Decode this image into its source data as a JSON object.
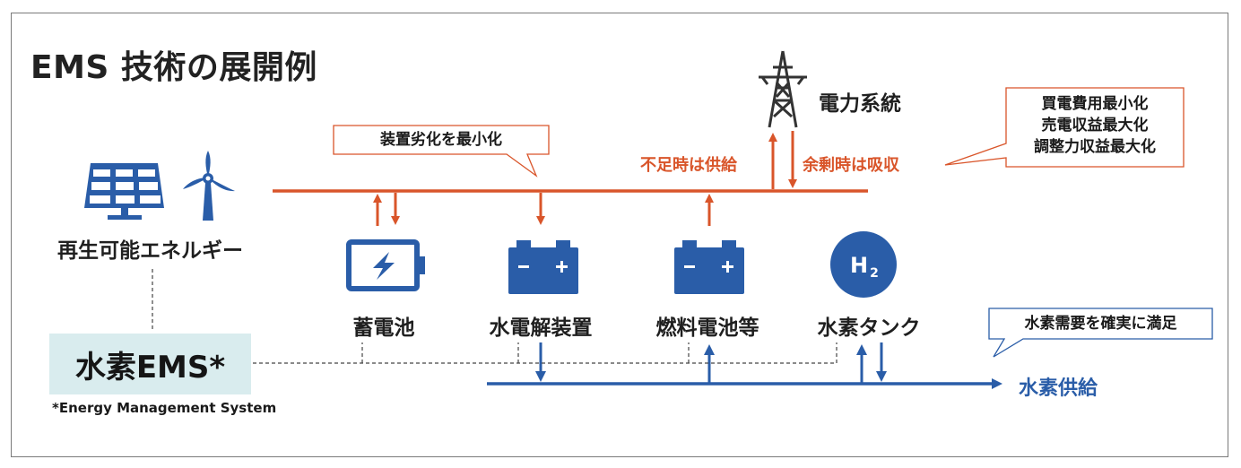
{
  "title": "EMS 技術の展開例",
  "nodes": {
    "renewable": "再生可能エネルギー",
    "grid": "電力系統",
    "storage_battery": "蓄電池",
    "electrolyzer": "水電解装置",
    "fuel_cell": "燃料電池等",
    "hydrogen_tank": "水素タンク",
    "h2_symbol": "H",
    "h2_subscript": "2"
  },
  "grid_flows": {
    "supply": "不足時は供給",
    "absorb": "余剰時は吸収"
  },
  "callouts": {
    "degradation": "装置劣化を最小化",
    "grid_goals": [
      "買電費用最小化",
      "売電収益最大化",
      "調整力収益最大化"
    ],
    "hydrogen_demand": "水素需要を確実に満足"
  },
  "ems": {
    "label": "水素EMS*",
    "footnote": "*Energy Management System"
  },
  "hydrogen_supply": "水素供給",
  "colors": {
    "power_line": "#d9552a",
    "hydrogen_line": "#2a5da8",
    "icon_blue": "#2a5da8",
    "ems_bg": "#d9ecee"
  },
  "icons": [
    "solar-panel-icon",
    "wind-turbine-icon",
    "transmission-tower-icon",
    "battery-icon",
    "electrolyzer-icon",
    "fuel-cell-icon",
    "hydrogen-tank-icon"
  ]
}
